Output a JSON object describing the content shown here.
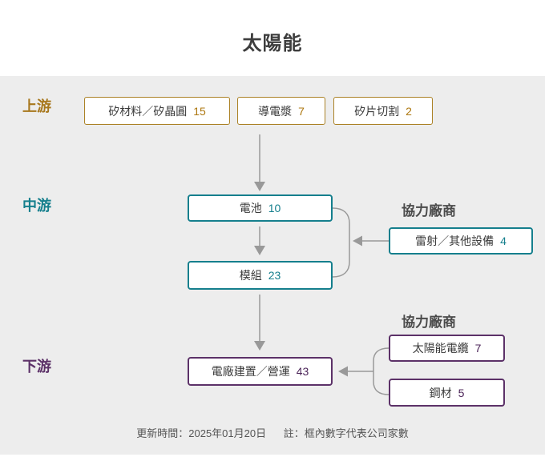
{
  "title": "太陽能",
  "colors": {
    "upstream_accent": "#a8781e",
    "midstream_accent": "#157f8d",
    "downstream_accent": "#5c3168",
    "arrow": "#999999",
    "panel_background": "#ededed"
  },
  "sections": {
    "upstream": {
      "label": "上游",
      "boxes": [
        {
          "name": "矽材料／矽晶圓",
          "count": "15"
        },
        {
          "name": "導電漿",
          "count": "7"
        },
        {
          "name": "矽片切割",
          "count": "2"
        }
      ]
    },
    "midstream": {
      "label": "中游",
      "boxes": [
        {
          "name": "電池",
          "count": "10"
        },
        {
          "name": "模組",
          "count": "23"
        }
      ],
      "partners": {
        "label": "協力廠商",
        "boxes": [
          {
            "name": "雷射／其他設備",
            "count": "4"
          }
        ]
      }
    },
    "downstream": {
      "label": "下游",
      "boxes": [
        {
          "name": "電廠建置／營運",
          "count": "43"
        }
      ],
      "partners": {
        "label": "協力廠商",
        "boxes": [
          {
            "name": "太陽能電纜",
            "count": "7"
          },
          {
            "name": "鋼材",
            "count": "5"
          }
        ]
      }
    }
  },
  "footer": {
    "updated": "更新時間：2025年01月20日",
    "note": "註：框內數字代表公司家數"
  }
}
